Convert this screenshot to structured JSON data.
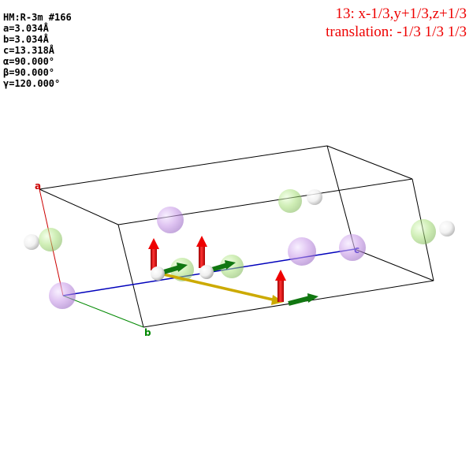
{
  "cell_info": {
    "space_group": "HM:R-3m #166",
    "a": "a=3.034Å",
    "b": "b=3.034Å",
    "c": "c=13.318Å",
    "alpha": "α=90.000°",
    "beta": "β=90.000°",
    "gamma": "γ=120.000°"
  },
  "symmetry": {
    "operation": "13: x-1/3,y+1/3,z+1/3",
    "translation": "translation: -1/3 1/3 1/3"
  },
  "axes": {
    "a_label": "a",
    "b_label": "b",
    "c_label": "c",
    "a_color": "#cc0000",
    "b_color": "#008800",
    "c_color": "#0000bb"
  },
  "colors": {
    "purple_atom": "#c99be8",
    "green_atom": "#a8e07a",
    "white_atom": "#f2f2f2",
    "arrow_red": "#ee0000",
    "arrow_green": "#117711",
    "translation_vector": "#ccaa00",
    "symop_text": "#ee0000"
  }
}
